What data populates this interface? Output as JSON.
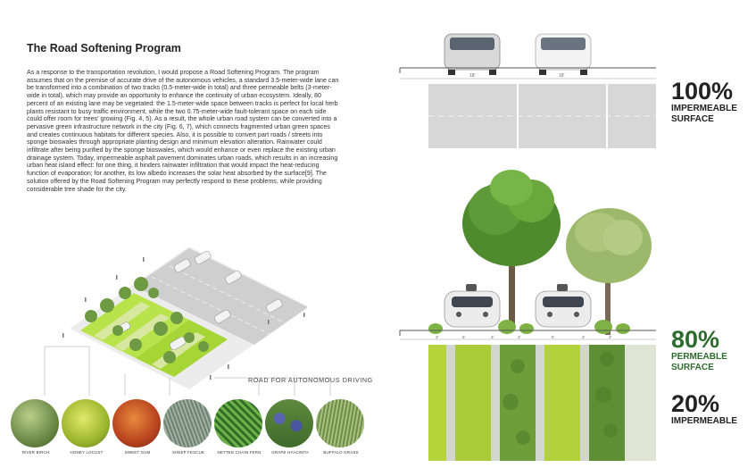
{
  "title": "The Road Softening Program",
  "body_text": "As a response to the transportation revolution, I would propose a Road Softening Program. The program assumes that on the premise of accurate drive of the autonomous vehicles, a standard 3.5-meter-wide lane can be transformed into a combination of two tracks (0.5-meter-wide in total) and three permeable belts (3-meter-wide in total), which may provide an opportunity to enhance the continuity of urban ecosystem. Ideally, 80 percent of an existing lane may be vegetated: the 1.5-meter-wide space between tracks is perfect for local herb plants resistant to busy traffic environment, while the two 0.75-meter-wide fault-tolerant space on each side could offer room for trees' growing (Fig. 4, 5). As a result, the whole urban road system can be converted into a pervasive green infrastructure network in the city (Fig. 6, 7), which connects fragmented urban green spaces and creates continuous habitats for different species. Also, it is possible to convert part roads / streets into sponge bioswales through appropriate planting design and minimum elevation alteration. Rainwater could infiltrate after being purified by the sponge bioswales, which would enhance or even replace the existing urban drainage system. Today, impermeable asphalt pavement dominates urban roads, which results in an increasing urban heat island effect: for one thing, it hinders rainwater infiltration that would impact the heat-reducing function of evaporation; for another, its low albedo increases the solar heat absorbed by the surface[9]. The solution offered by the Road Softening Program may perfectly respond to these problems, while providing considerable tree shade for the city.",
  "road_caption": "ROAD FOR AUTONOMOUS DRIVING",
  "plants": [
    {
      "name": "RIVER BIRCH",
      "color": "#7f9a52"
    },
    {
      "name": "HONEY LOCUST",
      "color": "#a8c23a"
    },
    {
      "name": "SWEET GUM",
      "color": "#c2562a"
    },
    {
      "name": "SHEEP FESCUE",
      "color": "#8a9a84"
    },
    {
      "name": "NETTED CHAIN FERN",
      "color": "#4f8f3a"
    },
    {
      "name": "GRAPE HYACINTH",
      "color": "#5b6a9c"
    },
    {
      "name": "BUFFALO GRASS",
      "color": "#8fa86a"
    }
  ],
  "dimension_labels_top": [
    "18'",
    "18'"
  ],
  "dimension_labels_bottom": [
    "3'",
    "6'",
    "3'",
    "3'",
    "6'",
    "3'",
    "3'"
  ],
  "stat_impermeable_full": {
    "pct": "100%",
    "label_1": "IMPERMEABLE",
    "label_2": "SURFACE",
    "color": "#1a1a1a"
  },
  "stat_permeable": {
    "pct": "80%",
    "label_1": "PERMEABLE",
    "label_2": "SURFACE",
    "color": "#2e6b2e"
  },
  "stat_impermeable_part": {
    "pct": "20%",
    "label_1": "IMPERMEABLE",
    "color": "#1a1a1a"
  }
}
